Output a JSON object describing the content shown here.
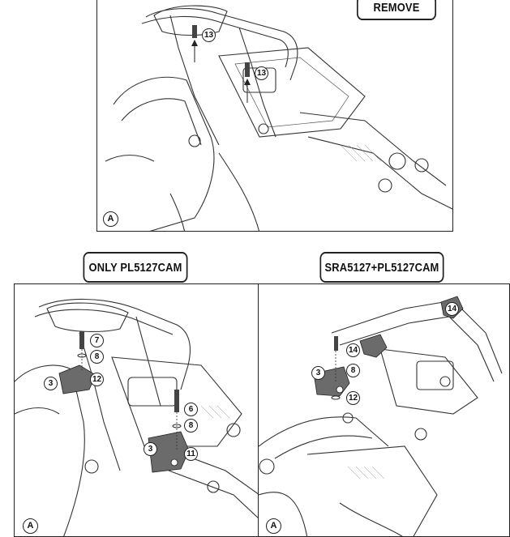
{
  "labels": {
    "remove": "REMOVE",
    "only": "ONLY PL5127CAM",
    "sra": "SRA5127+PL5127CAM"
  },
  "view_letter": "A",
  "top_panel": {
    "callouts": [
      "13",
      "13"
    ]
  },
  "left_panel": {
    "callouts": [
      "7",
      "8",
      "3",
      "12",
      "6",
      "8",
      "3",
      "11"
    ]
  },
  "right_panel": {
    "callouts": [
      "14",
      "14",
      "3",
      "8",
      "12"
    ]
  },
  "colors": {
    "line": "#333333",
    "part_fill": "#6b6b6b",
    "background": "#ffffff"
  }
}
